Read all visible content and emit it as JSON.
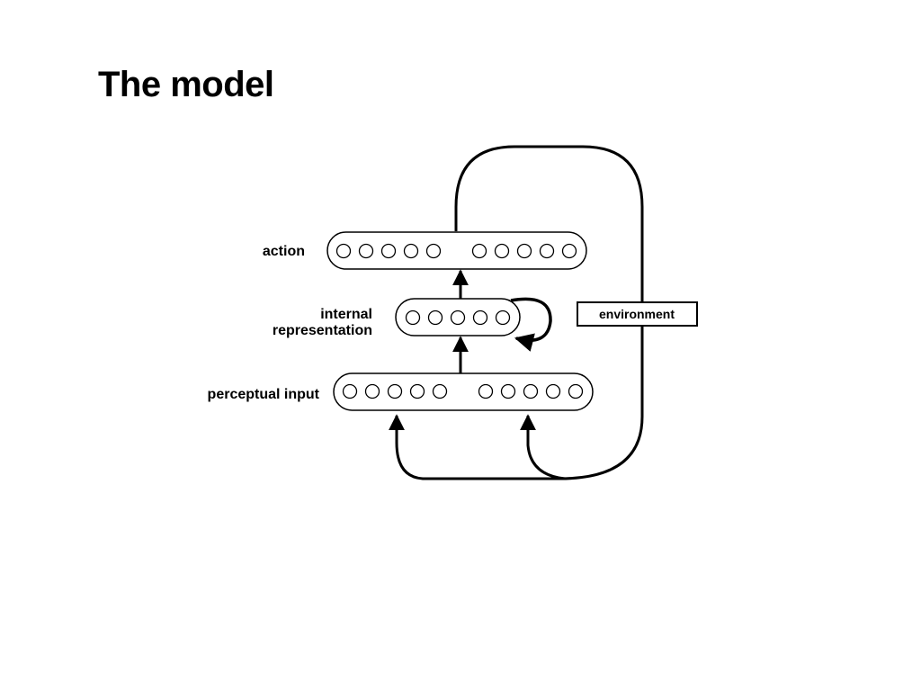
{
  "slide": {
    "title": "The model"
  },
  "diagram": {
    "layers": {
      "action": {
        "label": "action",
        "unit_groups": [
          5,
          5
        ]
      },
      "internal": {
        "label_line1": "internal",
        "label_line2": "representation",
        "unit_groups": [
          5
        ]
      },
      "perceptual": {
        "label": "perceptual input",
        "unit_groups": [
          5,
          5
        ]
      }
    },
    "environment_label": "environment",
    "colors": {
      "stroke": "#000000",
      "background": "#ffffff"
    }
  }
}
